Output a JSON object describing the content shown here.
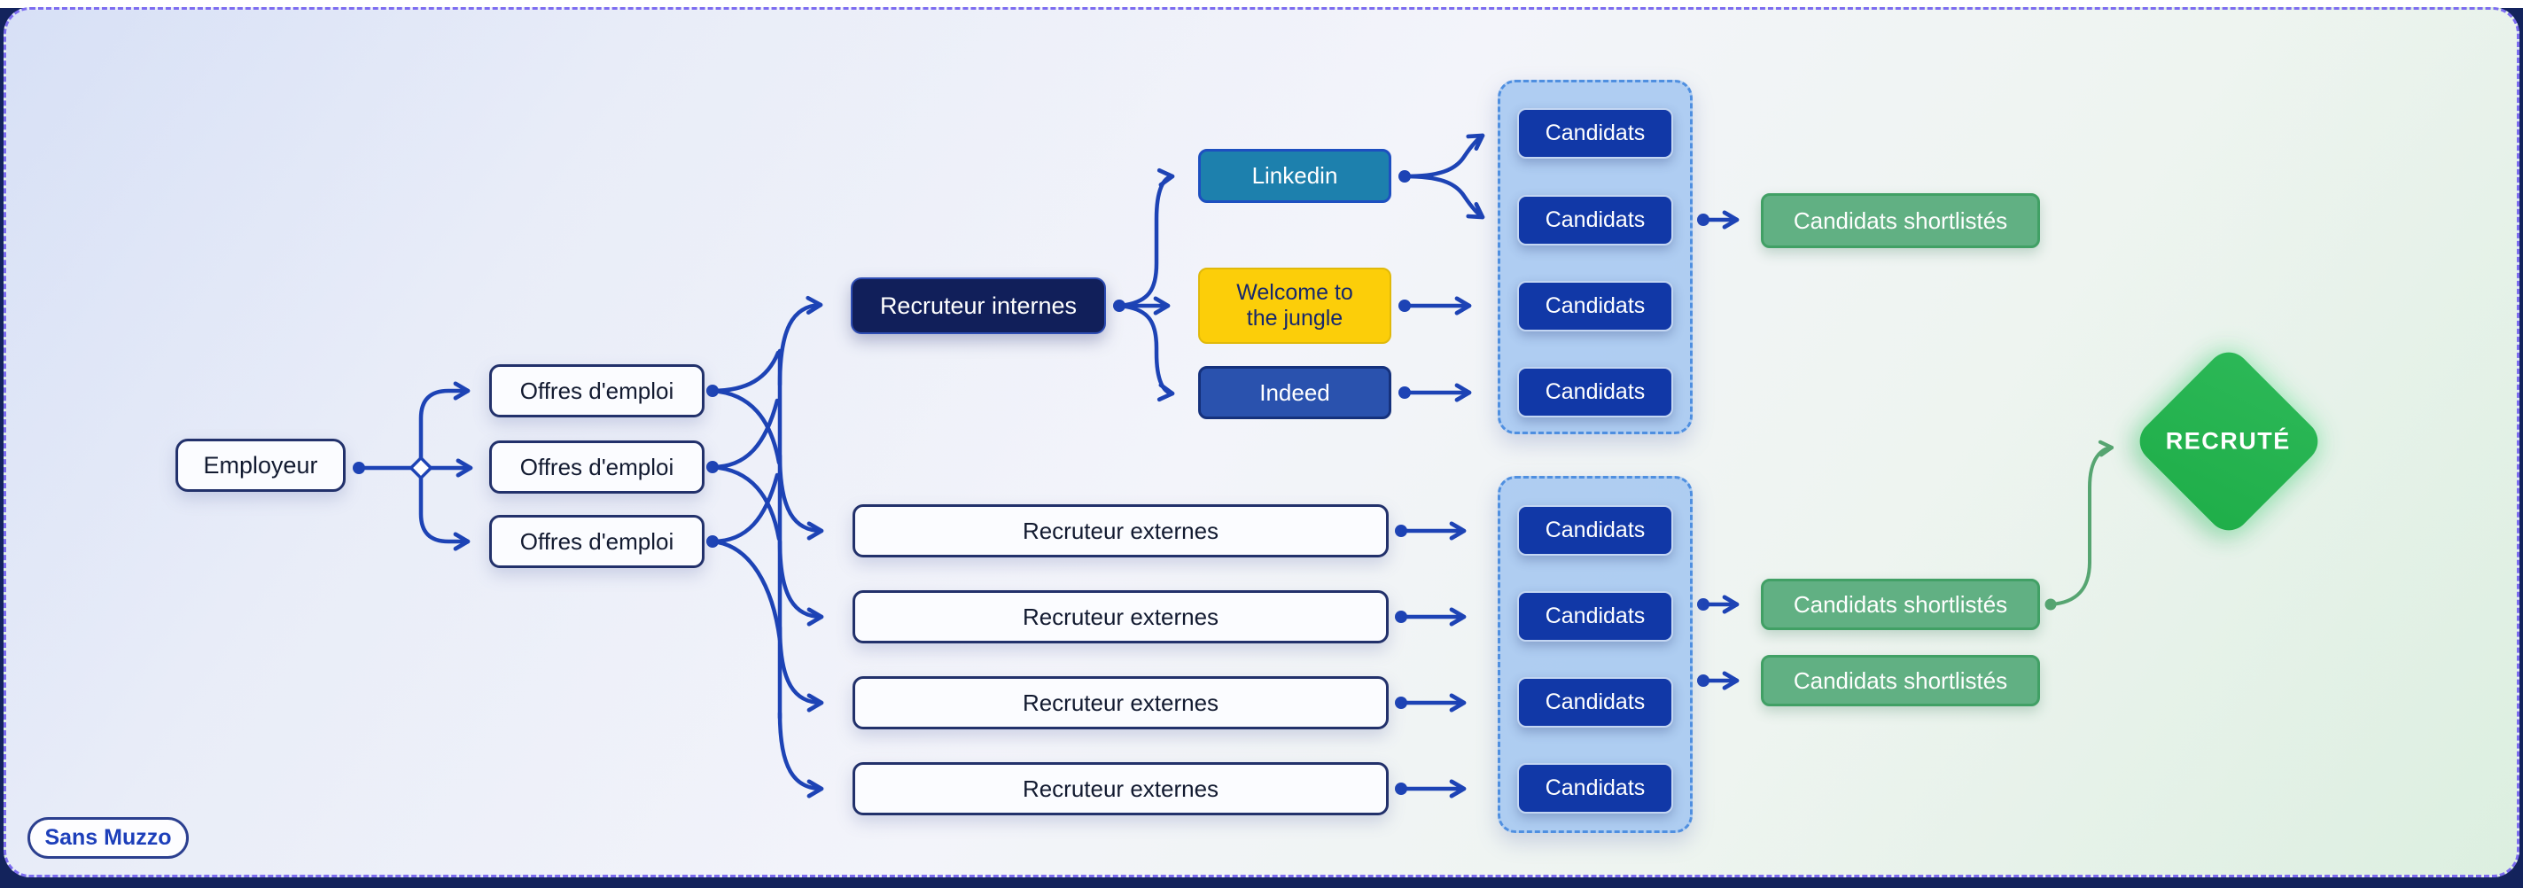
{
  "frame": {
    "border_color": "#7c6cf0",
    "bottom_bar_color": "#13235c"
  },
  "badge": {
    "label": "Sans Muzzo"
  },
  "employeur": {
    "label": "Employeur"
  },
  "offres": {
    "items": [
      "Offres d'emploi",
      "Offres d'emploi",
      "Offres d'emploi"
    ]
  },
  "recruteur_internes": {
    "label": "Recruteur internes",
    "bg": "#111f5a"
  },
  "platforms": {
    "linkedin": {
      "label": "Linkedin",
      "bg": "#1d80ad"
    },
    "welcome": {
      "label": "Welcome to the jungle",
      "bg": "#fcce09"
    },
    "indeed": {
      "label": "Indeed",
      "bg": "#2a52ae"
    }
  },
  "candidats_top": {
    "items": [
      "Candidats",
      "Candidats",
      "Candidats",
      "Candidats"
    ],
    "bg": "#1138a7"
  },
  "shortlist_top": {
    "label": "Candidats shortlistés",
    "bg": "#61b083"
  },
  "recruteur_externes": {
    "items": [
      "Recruteur externes",
      "Recruteur externes",
      "Recruteur externes",
      "Recruteur externes"
    ]
  },
  "candidats_bottom": {
    "items": [
      "Candidats",
      "Candidats",
      "Candidats",
      "Candidats"
    ]
  },
  "shortlist_bottom": {
    "items": [
      "Candidats shortlistés",
      "Candidats shortlistés"
    ]
  },
  "recrute": {
    "label": "RECRUTÉ",
    "bg": "#22b150"
  },
  "connectors": {
    "blue": "#1d43b5",
    "green": "#56a571"
  }
}
